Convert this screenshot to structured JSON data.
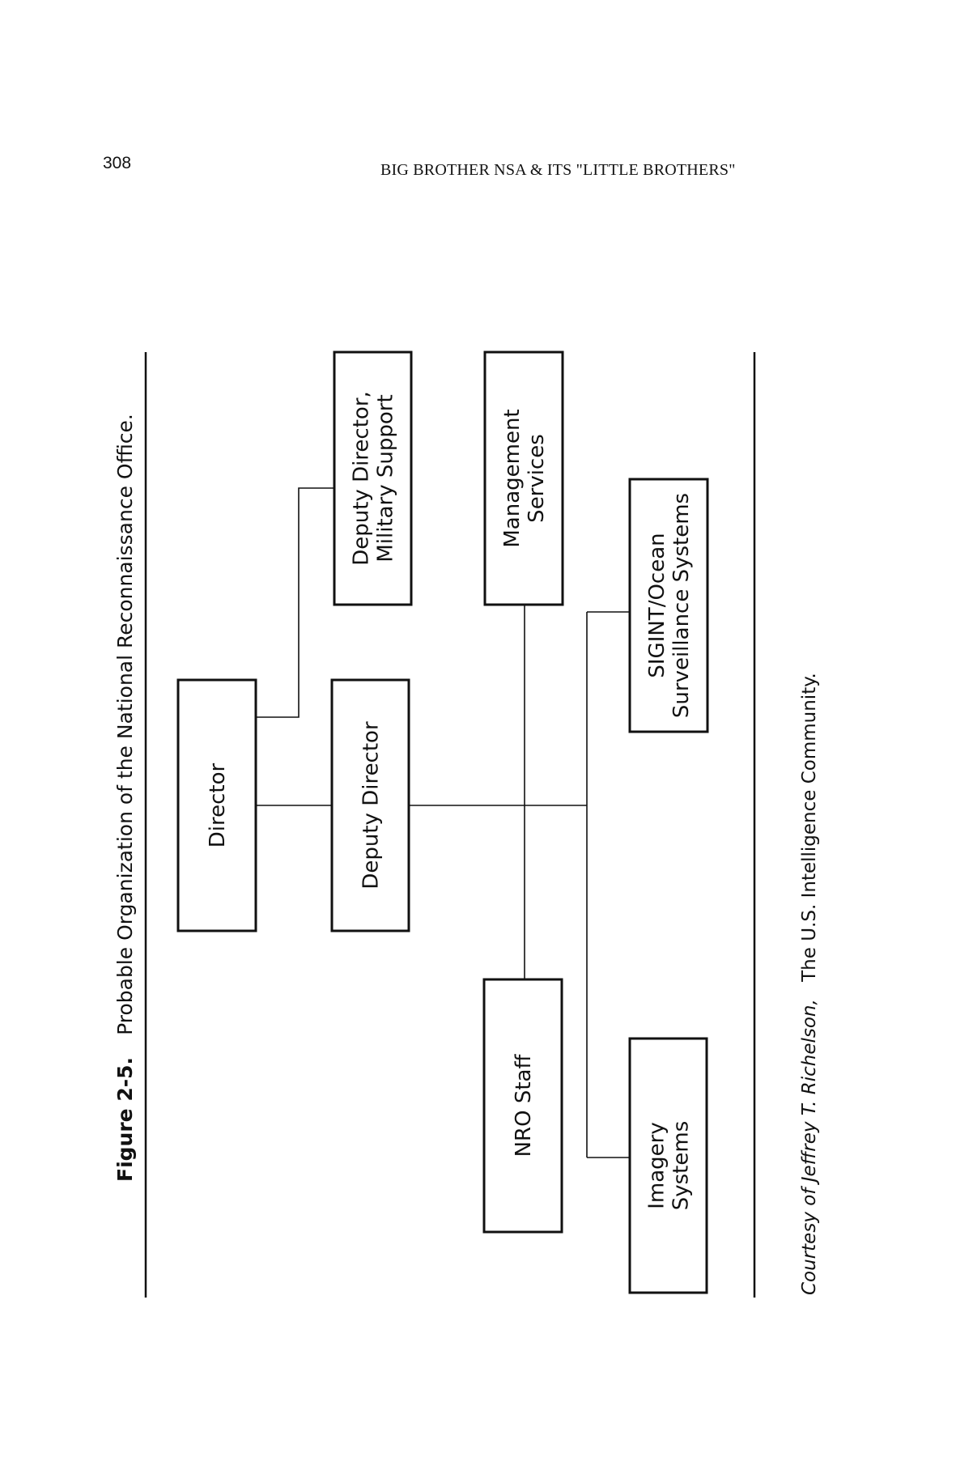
{
  "header": {
    "page_number": "308",
    "running_head": "BIG BROTHER NSA & ITS \"LITTLE BROTHERS\""
  },
  "figure": {
    "number": "Figure 2-5.",
    "title": "Probable Organization of the National Reconnaissance Office.",
    "boxes": {
      "director": [
        "Director"
      ],
      "deputy_director": [
        "Deputy Director"
      ],
      "deputy_military": [
        "Deputy Director,",
        "Military Support"
      ],
      "management_services": [
        "Management",
        "Services"
      ],
      "nro_staff": [
        "NRO Staff"
      ],
      "sigint_ocean": [
        "SIGINT/Ocean",
        "Surveillance Systems"
      ],
      "imagery_systems": [
        "Imagery",
        "Systems"
      ]
    },
    "credit": {
      "prefix": "Courtesy of Jeffrey T. Richelson,",
      "source": "The U.S. Intelligence Community."
    }
  }
}
